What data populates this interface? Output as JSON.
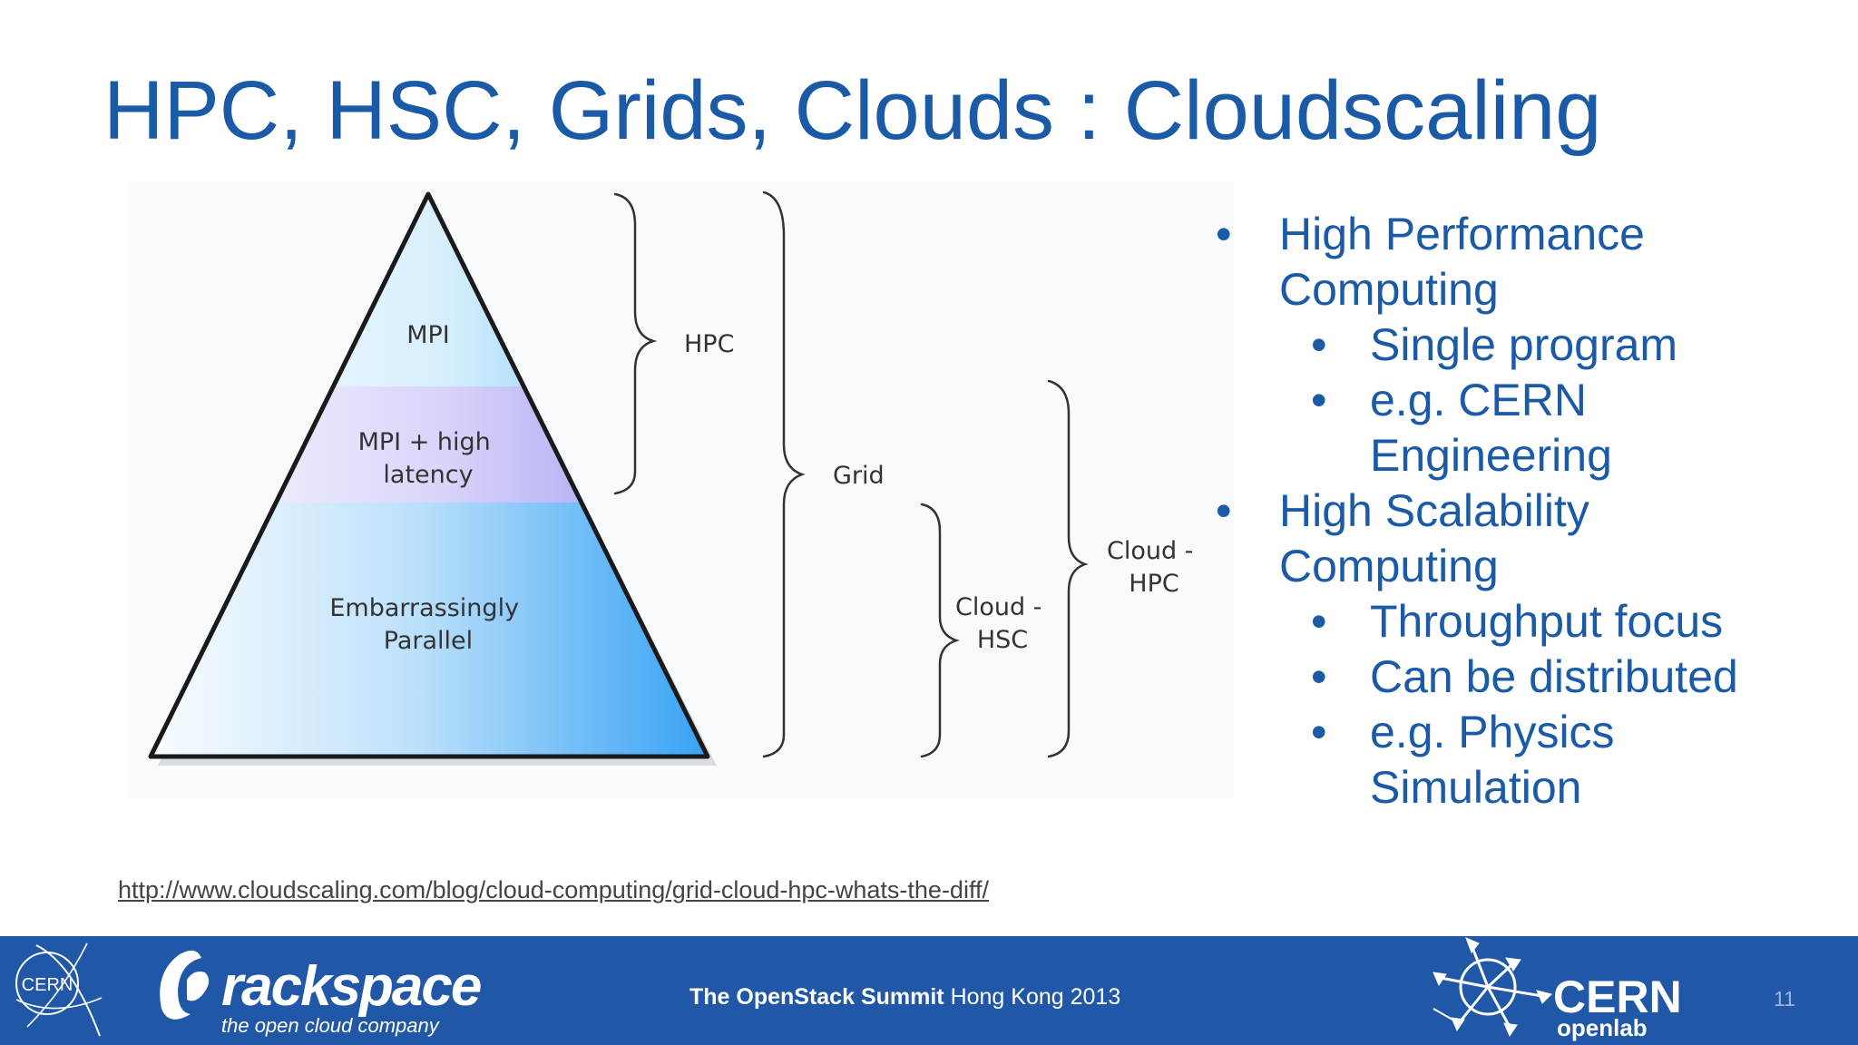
{
  "title": "HPC, HSC, Grids, Clouds : Cloudscaling",
  "diagram": {
    "pyramid_layers": [
      {
        "lines": [
          "MPI"
        ]
      },
      {
        "lines": [
          "MPI + high",
          "latency"
        ]
      },
      {
        "lines": [
          "Embarrassingly",
          "Parallel"
        ]
      }
    ],
    "brace_labels": {
      "hpc": [
        "HPC"
      ],
      "grid": [
        "Grid"
      ],
      "cloud_hsc": [
        "Cloud -",
        "HSC"
      ],
      "cloud_hpc": [
        "Cloud -",
        "HPC"
      ]
    }
  },
  "bullets": [
    {
      "level": 1,
      "text": "High Performance Computing",
      "lines": [
        "High Performance",
        "Computing"
      ]
    },
    {
      "level": 2,
      "text": "Single program",
      "lines": [
        "Single program"
      ]
    },
    {
      "level": 2,
      "text": "e.g. CERN Engineering",
      "lines": [
        "e.g. CERN",
        "Engineering"
      ]
    },
    {
      "level": 1,
      "text": "High Scalability Computing",
      "lines": [
        "High Scalability",
        "Computing"
      ]
    },
    {
      "level": 2,
      "text": "Throughput focus",
      "lines": [
        "Throughput focus"
      ]
    },
    {
      "level": 2,
      "text": "Can be distributed",
      "lines": [
        "Can be distributed"
      ]
    },
    {
      "level": 2,
      "text": "e.g. Physics Simulation",
      "lines": [
        "e.g. Physics",
        "Simulation"
      ]
    }
  ],
  "bullet_glyph": "•",
  "source_link": "http://www.cloudscaling.com/blog/cloud-computing/grid-cloud-hpc-whats-the-diff/",
  "footer": {
    "event_bold": "The OpenStack Summit",
    "event_rest": " Hong Kong 2013",
    "page_number": "11",
    "cern_logo_text": "CERN",
    "rackspace_name": "rackspace",
    "rackspace_tagline": "the open cloud company",
    "openlab_name": "CERN",
    "openlab_sub": "openlab"
  },
  "colors": {
    "title": "#1a5aa6",
    "footer_bg": "#2057a6",
    "pyramid_top": "#4fb3f0",
    "pyramid_mid": "#8e8cf0",
    "pyramid_bottom": "#1f97f4"
  }
}
